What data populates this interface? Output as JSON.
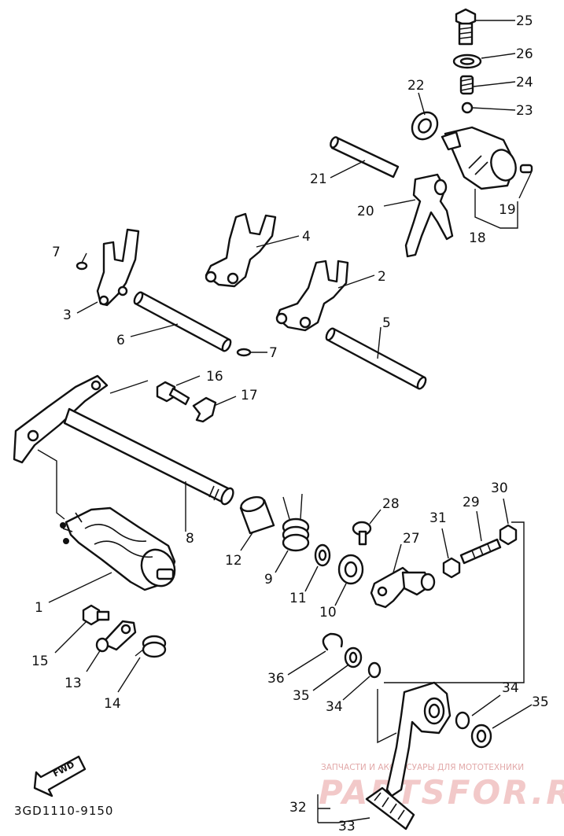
{
  "callouts": [
    {
      "id": "1",
      "text": "1"
    },
    {
      "id": "2",
      "text": "2"
    },
    {
      "id": "3",
      "text": "3"
    },
    {
      "id": "4",
      "text": "4"
    },
    {
      "id": "5",
      "text": "5"
    },
    {
      "id": "6",
      "text": "6"
    },
    {
      "id": "7a",
      "text": "7"
    },
    {
      "id": "7b",
      "text": "7"
    },
    {
      "id": "8",
      "text": "8"
    },
    {
      "id": "9",
      "text": "9"
    },
    {
      "id": "10",
      "text": "10"
    },
    {
      "id": "11",
      "text": "11"
    },
    {
      "id": "12",
      "text": "12"
    },
    {
      "id": "13",
      "text": "13"
    },
    {
      "id": "14",
      "text": "14"
    },
    {
      "id": "15",
      "text": "15"
    },
    {
      "id": "16",
      "text": "16"
    },
    {
      "id": "17",
      "text": "17"
    },
    {
      "id": "18",
      "text": "18"
    },
    {
      "id": "19",
      "text": "19"
    },
    {
      "id": "20",
      "text": "20"
    },
    {
      "id": "21",
      "text": "21"
    },
    {
      "id": "22",
      "text": "22"
    },
    {
      "id": "23",
      "text": "23"
    },
    {
      "id": "24",
      "text": "24"
    },
    {
      "id": "25",
      "text": "25"
    },
    {
      "id": "26",
      "text": "26"
    },
    {
      "id": "27",
      "text": "27"
    },
    {
      "id": "28",
      "text": "28"
    },
    {
      "id": "29",
      "text": "29"
    },
    {
      "id": "30",
      "text": "30"
    },
    {
      "id": "31",
      "text": "31"
    },
    {
      "id": "32",
      "text": "32"
    },
    {
      "id": "33",
      "text": "33"
    },
    {
      "id": "34a",
      "text": "34"
    },
    {
      "id": "34b",
      "text": "34"
    },
    {
      "id": "35a",
      "text": "35"
    },
    {
      "id": "35b",
      "text": "35"
    },
    {
      "id": "36",
      "text": "36"
    }
  ],
  "diagram_code": "3GD1110-9150",
  "fwd_label": "FWD",
  "watermark": {
    "tagline": "ЗАПЧАСТИ И АКСЕССУАРЫ ДЛЯ МОТОТЕХНИКИ",
    "brand": "PARTSFOR.RU"
  },
  "colors": {
    "line": "#111111",
    "background": "#ffffff",
    "watermark": "#e2a9a9"
  }
}
